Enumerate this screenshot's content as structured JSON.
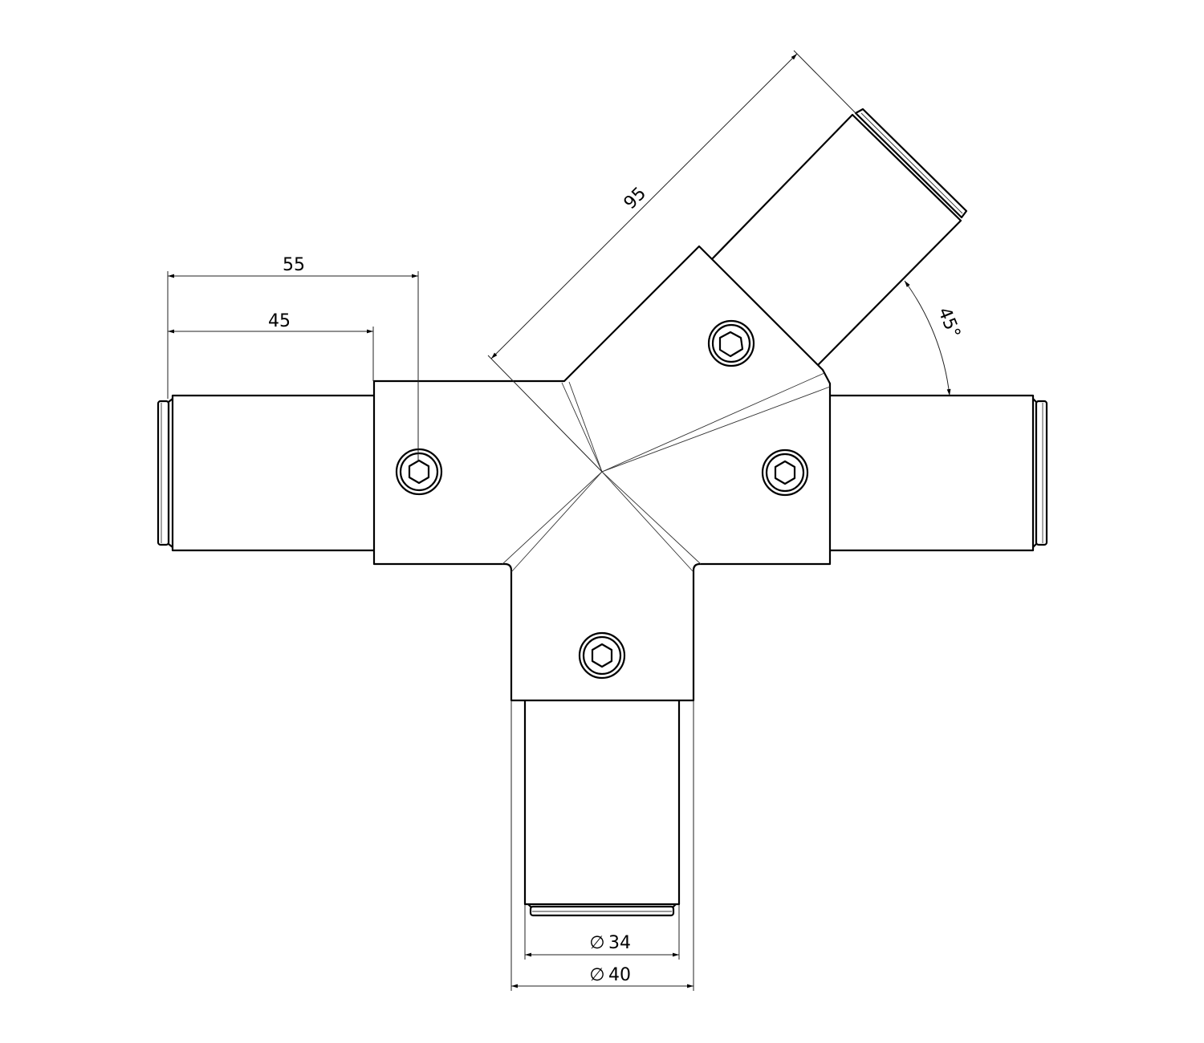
{
  "drawing": {
    "title": "5-way tube connector with 45° branch",
    "dimensions": {
      "length_outer": "55",
      "length_inner": "45",
      "branch_length": "95",
      "branch_angle": "45°",
      "tube_diameter": "34",
      "body_diameter": "40",
      "diameter_symbol": "∅"
    },
    "colors": {
      "line": "#000000",
      "background": "#ffffff"
    }
  }
}
